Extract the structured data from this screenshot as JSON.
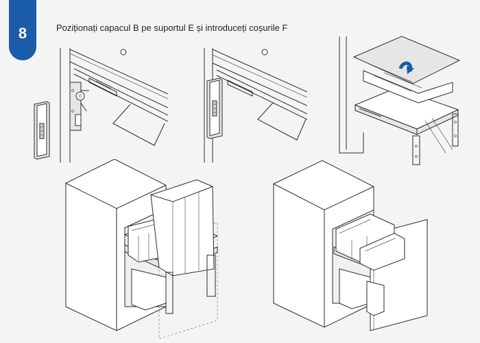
{
  "step": {
    "number": "8",
    "instruction": "Poziționați capacul B pe suportul E și introduceți coșurile F"
  },
  "colors": {
    "badge": "#1a5caa",
    "arrow": "#1a5caa",
    "background": "#f4f4f4"
  },
  "icons": [
    "step-number-badge",
    "rotate-arrow-icon"
  ]
}
